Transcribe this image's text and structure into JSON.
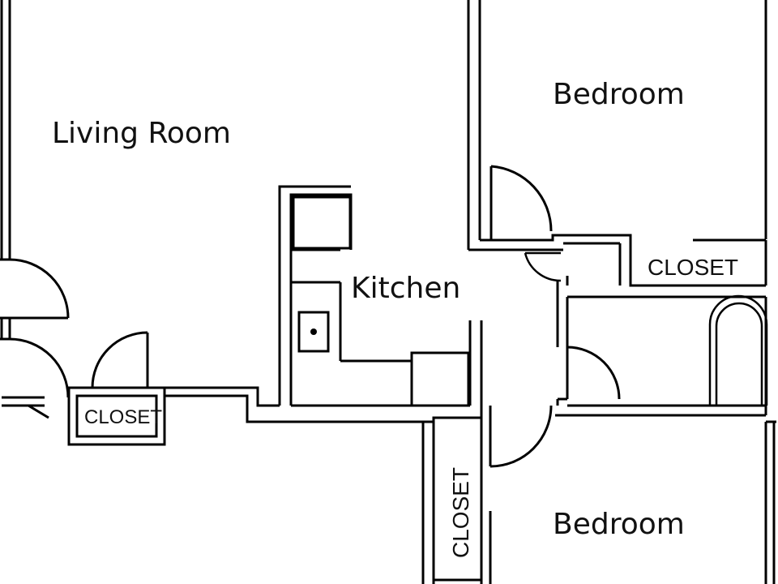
{
  "floor_plan": {
    "rooms": {
      "living_room": "Living Room",
      "bedroom_top": "Bedroom",
      "bedroom_bottom": "Bedroom",
      "kitchen": "Kitchen"
    },
    "closets": {
      "entry_closet": "CLOSET",
      "hall_closet": "CLOSET",
      "bedroom_closet": "CLOSET"
    }
  }
}
